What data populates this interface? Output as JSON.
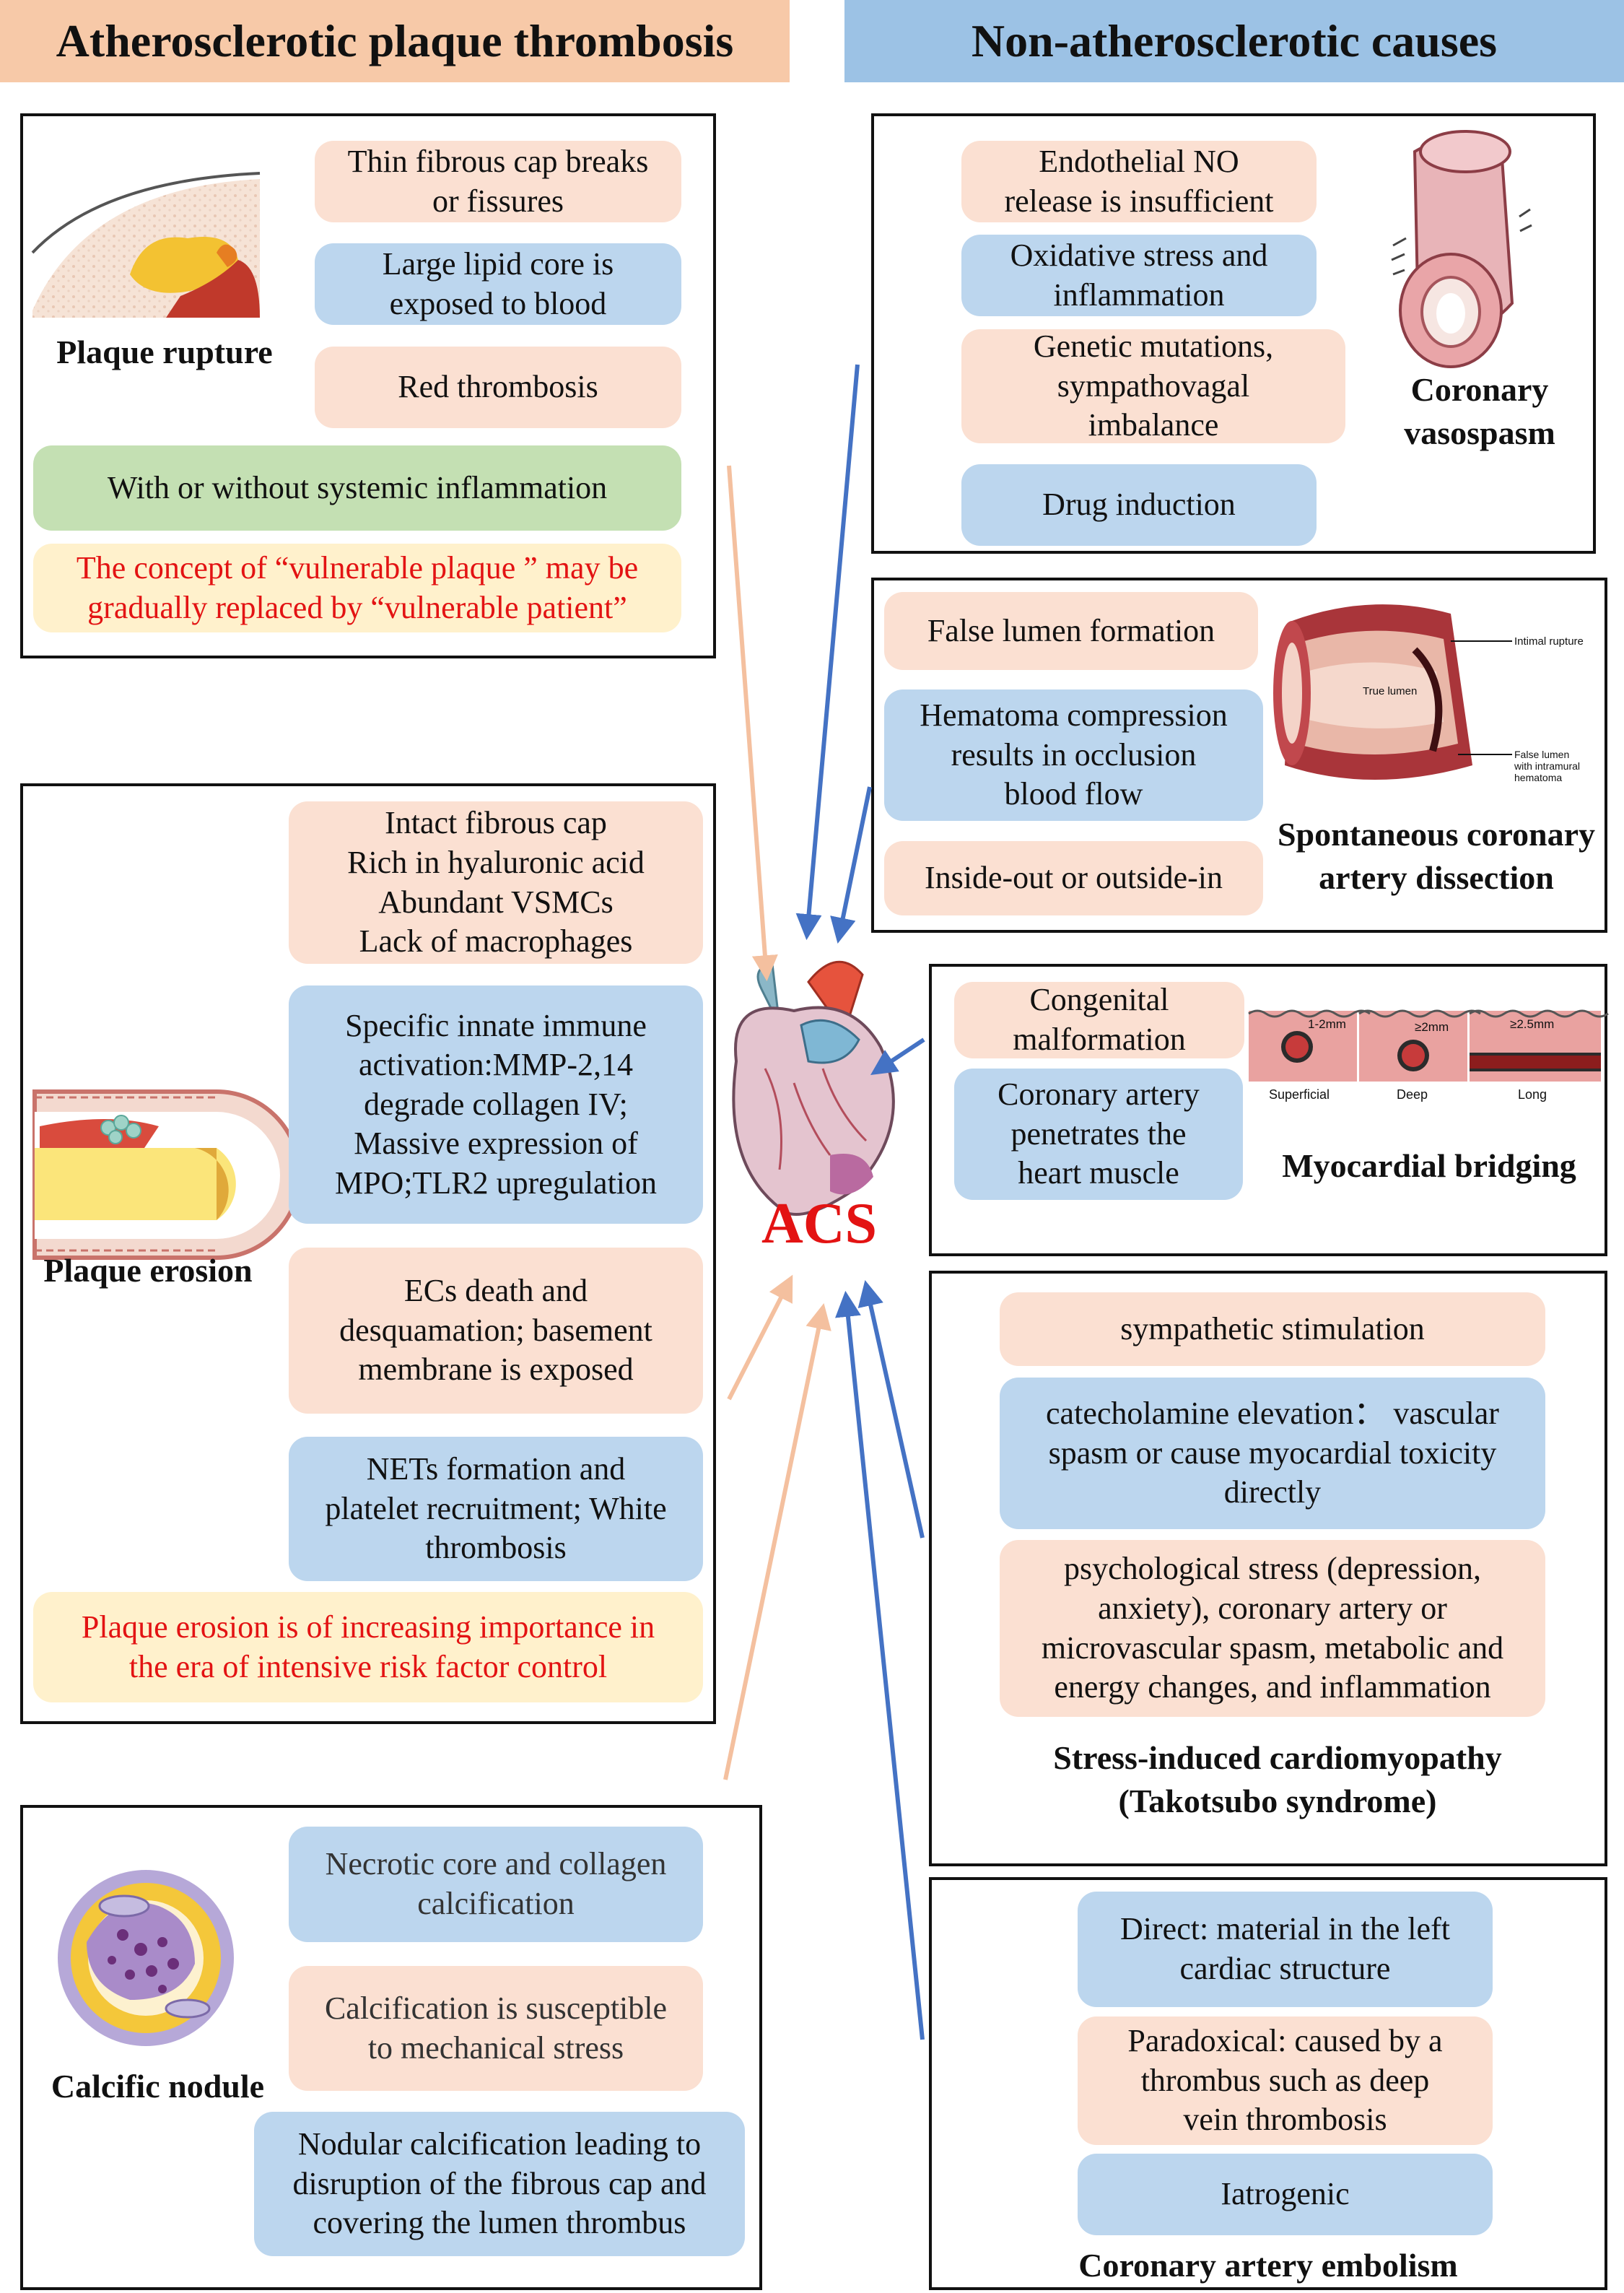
{
  "headers": {
    "left": "Atherosclerotic plaque thrombosis",
    "right": "Non-atherosclerotic causes"
  },
  "center_label": "ACS",
  "plaque_rupture": {
    "label": "Plaque rupture",
    "items": [
      "Thin fibrous cap breaks\nor fissures",
      "Large lipid core is\nexposed to blood",
      "Red thrombosis"
    ],
    "inflammation": "With or without systemic inflammation",
    "note": "The concept of “vulnerable plaque ” may be\ngradually replaced by “vulnerable patient”"
  },
  "plaque_erosion": {
    "label": "Plaque erosion",
    "items": [
      "Intact fibrous cap\nRich in hyaluronic acid\nAbundant VSMCs\nLack of macrophages",
      "Specific innate immune\nactivation:MMP-2,14\ndegrade collagen IV;\nMassive expression of\nMPO;TLR2 upregulation",
      "ECs death and\ndesquamation; basement\nmembrane is exposed",
      "NETs formation and\nplatelet recruitment; White\nthrombosis"
    ],
    "note": "Plaque erosion is of increasing importance in\nthe era of intensive risk factor control"
  },
  "calcific_nodule": {
    "label": "Calcific nodule",
    "items": [
      "Necrotic core and collagen\ncalcification",
      "Calcification is susceptible\nto mechanical stress",
      "Nodular calcification leading to\ndisruption of the fibrous cap and\ncovering the lumen thrombus"
    ]
  },
  "vasospasm": {
    "label": "Coronary\nvasospasm",
    "items": [
      "Endothelial NO\nrelease is insufficient",
      "Oxidative stress and\ninflammation",
      "Genetic mutations,\nsympathovagal\nimbalance",
      "Drug induction"
    ]
  },
  "dissection": {
    "label": "Spontaneous coronary\nartery dissection",
    "items": [
      "False lumen formation",
      "Hematoma compression\nresults in occlusion\nblood flow",
      "Inside-out or outside-in"
    ],
    "illustration_labels": {
      "intimal": "Intimal rupture",
      "true_lumen": "True lumen",
      "false_lumen": "False lumen\nwith intramural\nhematoma"
    }
  },
  "bridging": {
    "label": "Myocardial bridging",
    "items": [
      "Congenital\nmalformation",
      "Coronary artery\npenetrates the\nheart muscle"
    ],
    "illustration_labels": {
      "superficial": "Superficial",
      "deep": "Deep",
      "long": "Long",
      "d1": "1-2mm",
      "d2": "≥2mm",
      "d3": "≥2.5mm"
    }
  },
  "takotsubo": {
    "label": "Stress-induced cardiomyopathy\n(Takotsubo syndrome)",
    "items": [
      "sympathetic stimulation",
      "catecholamine elevation：  vascular\nspasm or cause myocardial toxicity\ndirectly",
      "psychological stress (depression,\nanxiety), coronary artery or\nmicrovascular spasm, metabolic and\nenergy changes, and inflammation"
    ]
  },
  "embolism": {
    "label": "Coronary artery embolism",
    "items": [
      "Direct: material in the left\ncardiac structure",
      "Paradoxical: caused by a\nthrombus such as deep\nvein thrombosis",
      "Iatrogenic"
    ]
  },
  "colors": {
    "peach": "#fbe0d2",
    "blue": "#bcd6ee",
    "green": "#c4e0b3",
    "yellow": "#fff1cc",
    "red_text": "#e31313",
    "arrow_peach": "#f4c09f",
    "arrow_blue": "#4472c4"
  }
}
